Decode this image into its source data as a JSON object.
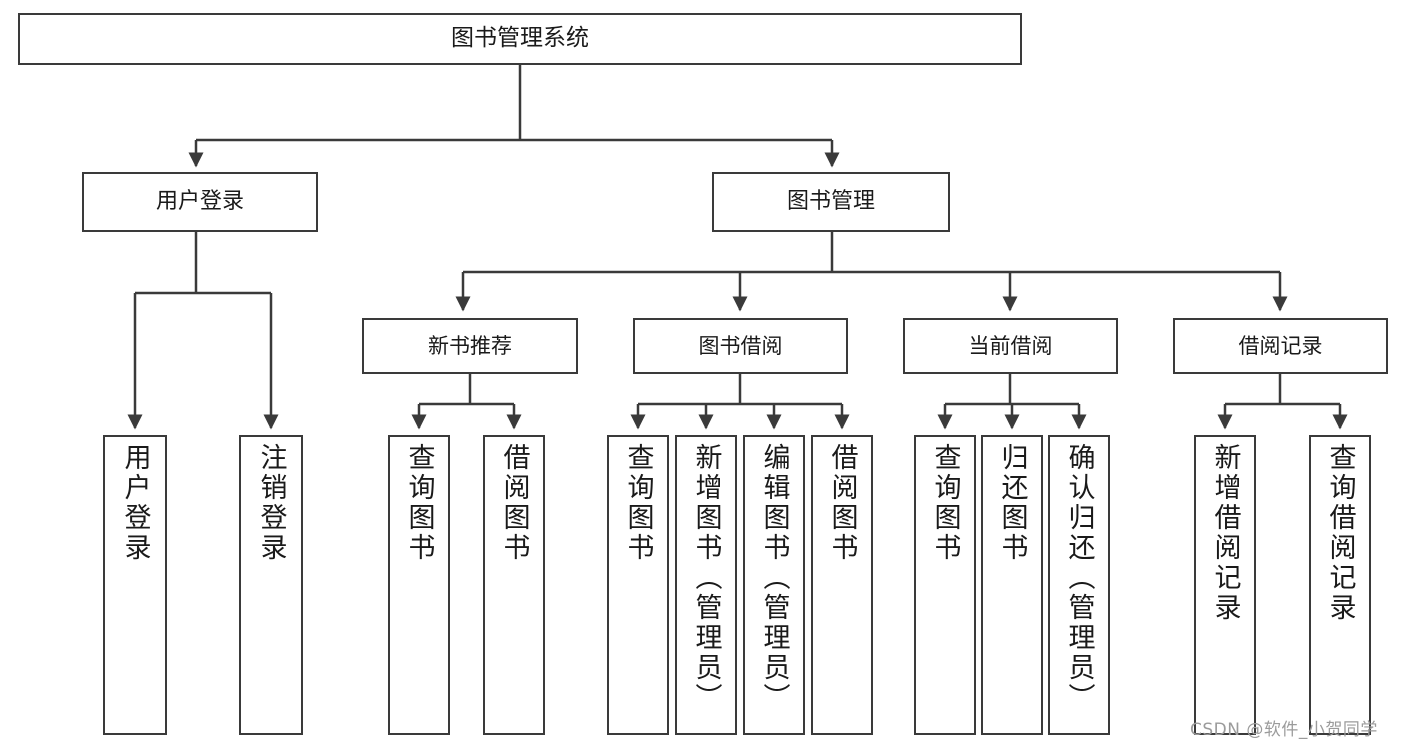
{
  "diagram": {
    "type": "tree",
    "title": "图书管理系统",
    "root": {
      "id": "root",
      "label": "图书管理系统"
    },
    "level1": [
      {
        "id": "login",
        "label": "用户登录"
      },
      {
        "id": "bookmgmt",
        "label": "图书管理"
      }
    ],
    "level2": [
      {
        "id": "newbook",
        "label": "新书推荐",
        "parent": "bookmgmt"
      },
      {
        "id": "borrow",
        "label": "图书借阅",
        "parent": "bookmgmt"
      },
      {
        "id": "current",
        "label": "当前借阅",
        "parent": "bookmgmt"
      },
      {
        "id": "record",
        "label": "借阅记录",
        "parent": "bookmgmt"
      }
    ],
    "leaves": [
      {
        "id": "leaf-1",
        "label": "用户登录",
        "parent": "login"
      },
      {
        "id": "leaf-2",
        "label": "注销登录",
        "parent": "login"
      },
      {
        "id": "leaf-3",
        "label": "查询图书",
        "parent": "newbook"
      },
      {
        "id": "leaf-4",
        "label": "借阅图书",
        "parent": "newbook"
      },
      {
        "id": "leaf-5",
        "label": "查询图书",
        "parent": "borrow"
      },
      {
        "id": "leaf-6",
        "label": "新增图书（管理员）",
        "parent": "borrow"
      },
      {
        "id": "leaf-7",
        "label": "编辑图书（管理员）",
        "parent": "borrow"
      },
      {
        "id": "leaf-8",
        "label": "借阅图书",
        "parent": "borrow"
      },
      {
        "id": "leaf-9",
        "label": "查询图书",
        "parent": "current"
      },
      {
        "id": "leaf-10",
        "label": "归还图书",
        "parent": "current"
      },
      {
        "id": "leaf-11",
        "label": "确认归还（管理员）",
        "parent": "current"
      },
      {
        "id": "leaf-12",
        "label": "新增借阅记录",
        "parent": "record"
      },
      {
        "id": "leaf-13",
        "label": "查询借阅记录",
        "parent": "record"
      }
    ],
    "colors": {
      "stroke": "#3a3a3a",
      "fill": "#ffffff",
      "text": "#1a1a1a",
      "watermark": "#9b9b9b"
    }
  },
  "watermark": {
    "text": "CSDN @软件_小贺同学"
  }
}
